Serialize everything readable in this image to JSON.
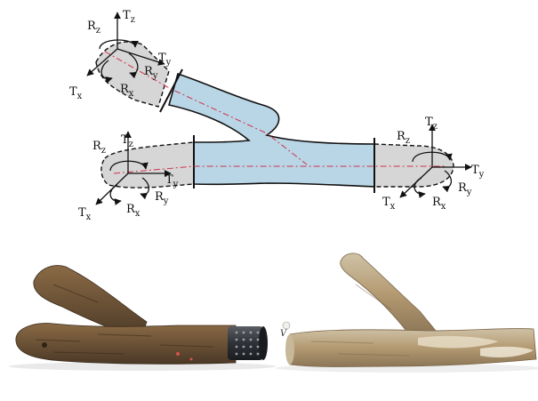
{
  "diagram": {
    "colors": {
      "segment_fill": "#b9d6e6",
      "end_fill": "#d6d6d6",
      "outline": "#111111",
      "centerline": "#d0324a",
      "background": "#ffffff"
    },
    "frames": [
      {
        "name": "frame-top-left",
        "labels": [
          {
            "name": "top-left-tz",
            "main": "T",
            "sub": "z"
          },
          {
            "name": "top-left-rz",
            "main": "R",
            "sub": "z"
          },
          {
            "name": "top-left-ty",
            "main": "T",
            "sub": "y"
          },
          {
            "name": "top-left-ry",
            "main": "R",
            "sub": "y"
          },
          {
            "name": "top-left-rx",
            "main": "R",
            "sub": "x"
          },
          {
            "name": "top-left-tx",
            "main": "T",
            "sub": "x"
          }
        ]
      },
      {
        "name": "frame-bottom-left",
        "labels": [
          {
            "name": "bottom-left-rz",
            "main": "R",
            "sub": "z"
          },
          {
            "name": "bottom-left-tz",
            "main": "T",
            "sub": "z"
          },
          {
            "name": "bottom-left-ty",
            "main": "T",
            "sub": "y"
          },
          {
            "name": "bottom-left-ry",
            "main": "R",
            "sub": "y"
          },
          {
            "name": "bottom-left-rx",
            "main": "R",
            "sub": "x"
          },
          {
            "name": "bottom-left-tx",
            "main": "T",
            "sub": "x"
          }
        ]
      },
      {
        "name": "frame-right",
        "labels": [
          {
            "name": "right-tz",
            "main": "T",
            "sub": "z"
          },
          {
            "name": "right-rz",
            "main": "R",
            "sub": "z"
          },
          {
            "name": "right-ty",
            "main": "T",
            "sub": "y"
          },
          {
            "name": "right-ry",
            "main": "R",
            "sub": "y"
          },
          {
            "name": "right-rx",
            "main": "R",
            "sub": "x"
          },
          {
            "name": "right-tx",
            "main": "T",
            "sub": "x"
          }
        ]
      }
    ]
  },
  "photos": {
    "colors": {
      "bark_dark": "#6b5236",
      "bark_light": "#b49a72",
      "tube": "#3a3d42",
      "stripped_wood": "#ddd2bd"
    },
    "tube_label": "V"
  }
}
